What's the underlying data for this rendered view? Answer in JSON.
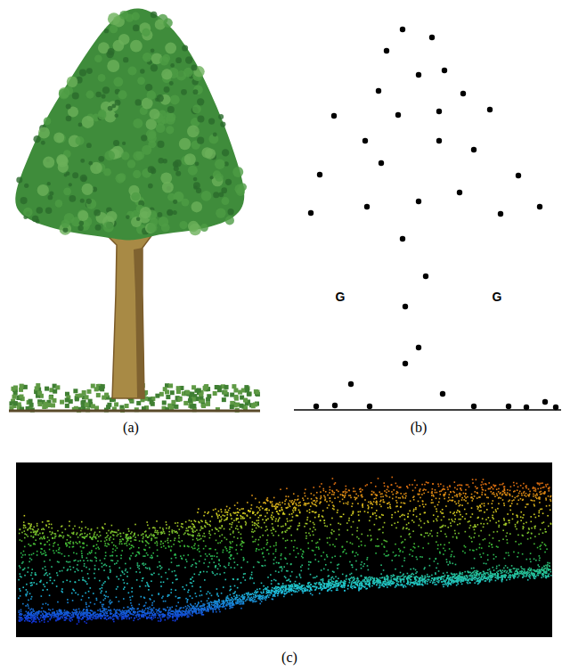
{
  "diagram": {
    "labels": [
      "(a)",
      "(b)",
      "G",
      "G",
      "(c)"
    ]
  }
}
